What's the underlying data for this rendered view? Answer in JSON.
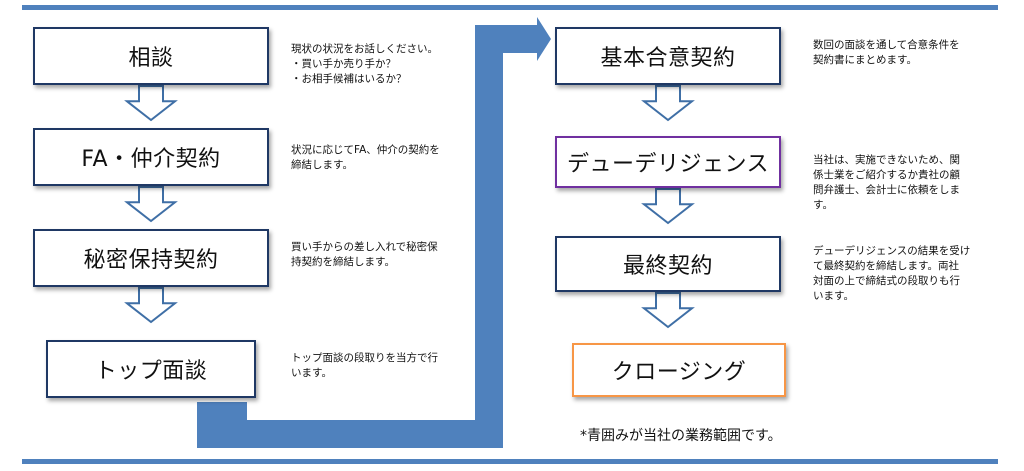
{
  "colors": {
    "accent": "#4f81bd",
    "navy": "#1f3864",
    "purple": "#7030a0",
    "orange": "#f79646",
    "arrow_stroke": "#3f6fa6"
  },
  "left_steps": [
    {
      "label": "相談",
      "note": "現状の状況をお話しください。\n・買い手か売り手か？\n・お相手候補はいるか？"
    },
    {
      "label": "FA・仲介契約",
      "note": "状況に応じてFA、仲介の契約を\n締結します。"
    },
    {
      "label": "秘密保持契約",
      "note": "買い手からの差し入れで秘密保\n持契約を締結します。"
    },
    {
      "label": "トップ面談",
      "note": "トップ面談の段取りを当方で行\nいます。"
    }
  ],
  "right_steps": [
    {
      "label": "基本合意契約",
      "note": "数回の面談を通して合意条件を\n契約書にまとめます。"
    },
    {
      "label": "デューデリジェンス",
      "note": "当社は、実施できないため、関\n係士業をご紹介するか貴社の顧\n問弁護士、会計士に依頼をしま\nす。"
    },
    {
      "label": "最終契約",
      "note": "デューデリジェンスの結果を受け\nて最終契約を締結します。両社\n対面の上で締結式の段取りも行\nいます。"
    },
    {
      "label": "クロージング",
      "note": ""
    }
  ],
  "footnote": "*青囲みが当社の業務範囲です。"
}
